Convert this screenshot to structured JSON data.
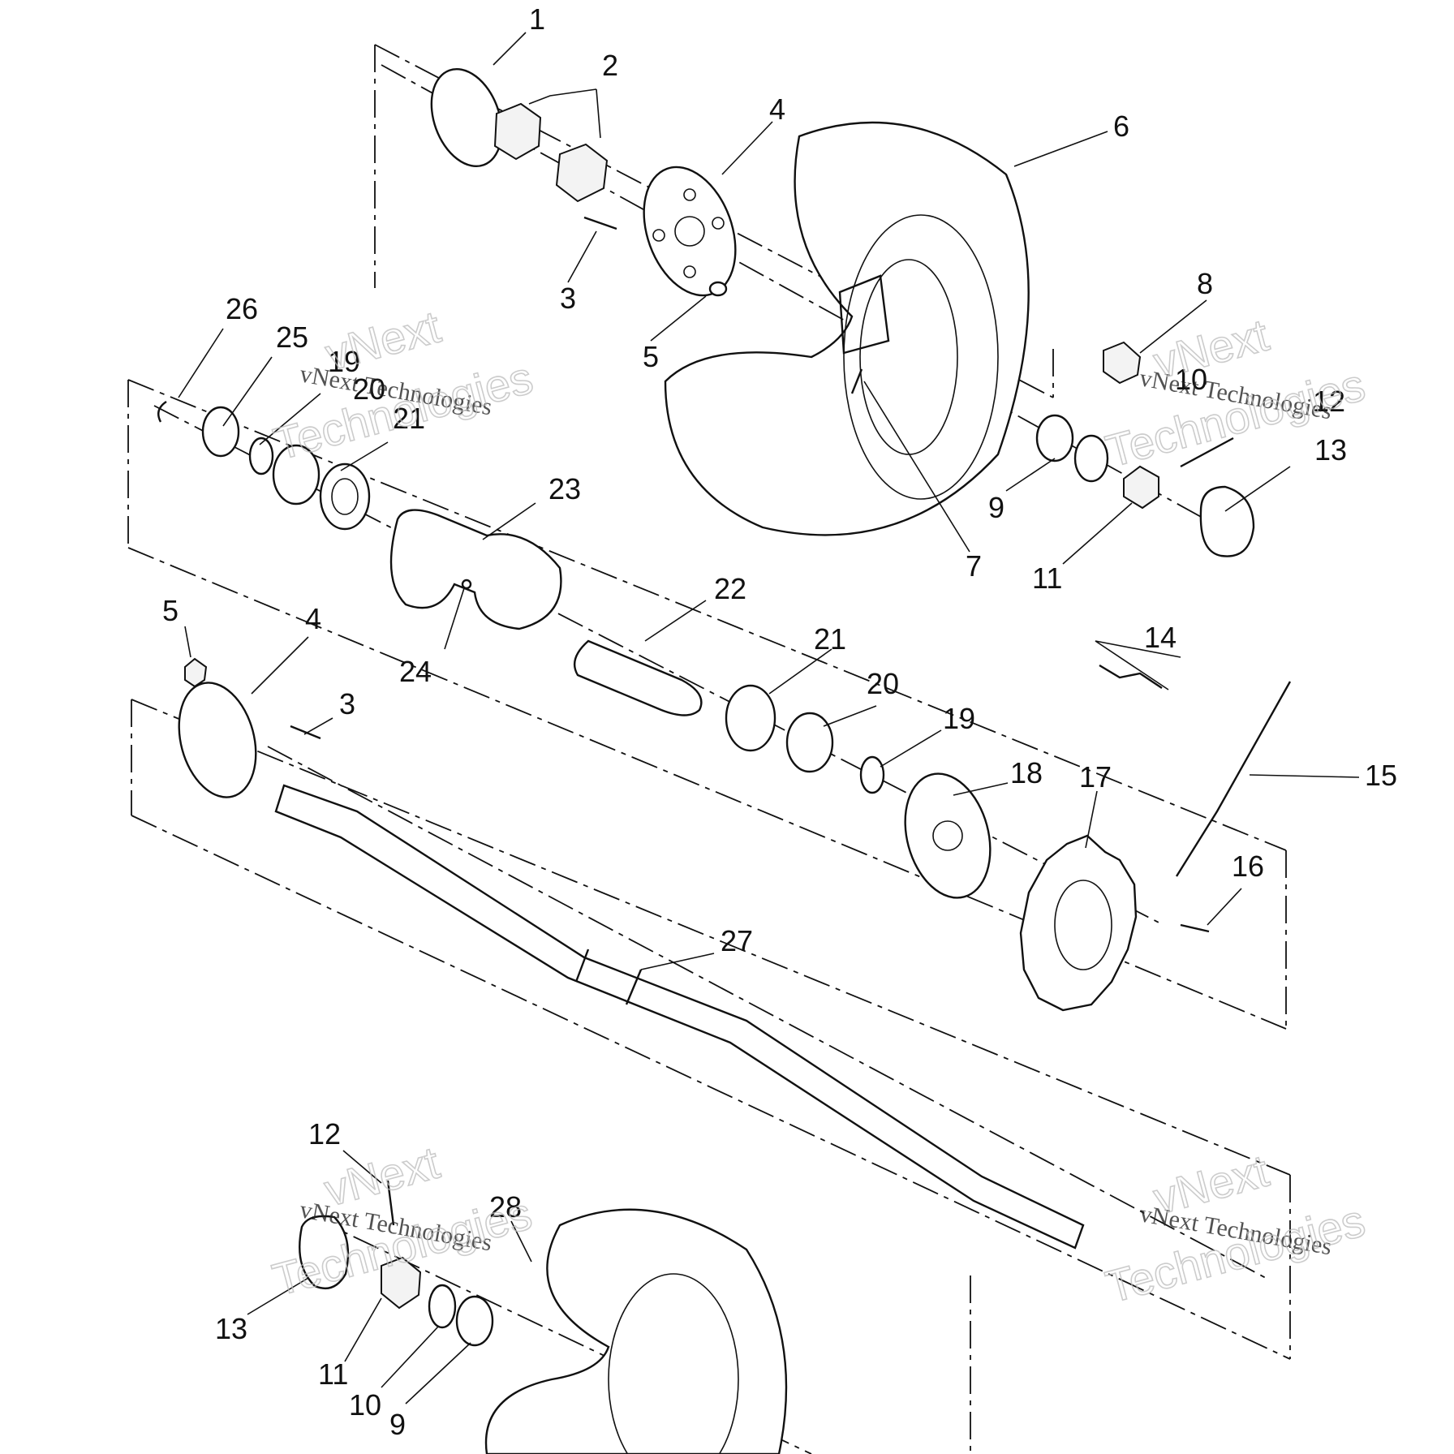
{
  "callouts": {
    "c1": "1",
    "c2": "2",
    "c3a": "3",
    "c4a": "4",
    "c5a": "5",
    "c6": "6",
    "c7": "7",
    "c8": "8",
    "c9a": "9",
    "c10a": "10",
    "c11a": "11",
    "c12a": "12",
    "c13a": "13",
    "c26": "26",
    "c25": "25",
    "c19a": "19",
    "c20a": "20",
    "c21a": "21",
    "c23": "23",
    "c22": "22",
    "c24": "24",
    "c5b": "5",
    "c4b": "4",
    "c3b": "3",
    "c21b": "21",
    "c20b": "20",
    "c19b": "19",
    "c18": "18",
    "c17": "17",
    "c14": "14",
    "c15": "15",
    "c16": "16",
    "c27": "27",
    "c12b": "12",
    "c28": "28",
    "c13b": "13",
    "c11b": "11",
    "c10b": "10",
    "c9b": "9"
  },
  "watermark": {
    "line1": "vNext Technologies",
    "line2a": "vNext",
    "line2b": "Technologies"
  }
}
